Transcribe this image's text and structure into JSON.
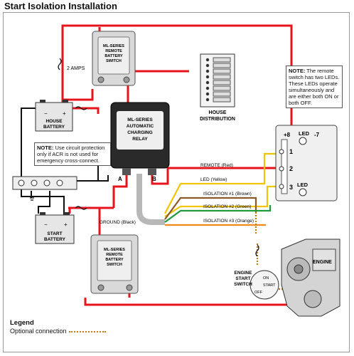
{
  "title": "Start Isolation Installation",
  "relay_switch_top": {
    "line1": "ML-SERIES",
    "line2": "REMOTE",
    "line3": "BATTERY",
    "line4": "SWITCH"
  },
  "relay_switch_bottom": {
    "line1": "ML-SERIES",
    "line2": "REMOTE",
    "line3": "BATTERY",
    "line4": "SWITCH"
  },
  "acr": {
    "line1": "ML-SERIES",
    "line2": "AUTOMATIC",
    "line3": "CHARGING",
    "line4": "RELAY",
    "term_a": "A",
    "term_b": "B"
  },
  "fuse_label": "2 AMPS",
  "house_distribution": {
    "line1": "HOUSE",
    "line2": "DISTRIBUTION"
  },
  "house_battery": {
    "line1": "HOUSE",
    "line2": "BATTERY",
    "neg": "−",
    "pos": "+"
  },
  "start_battery": {
    "line1": "START",
    "line2": "BATTERY",
    "neg": "−",
    "pos": "+"
  },
  "note_leds": {
    "bold": "NOTE:",
    "text": "The remote switch has two LEDs. These LEDs operate simultaneously and are either both ON or both OFF."
  },
  "note_acr": {
    "bold": "NOTE:",
    "text": "Use circuit protection only if ACR is not used for emergency cross-connect."
  },
  "remote_switch": {
    "t_plus8": "+8",
    "t_minus7": "-7",
    "led_top": "LED",
    "led_bottom": "LED",
    "t1": "1",
    "t2": "2",
    "t3": "3"
  },
  "wires": {
    "remote": "REMOTE (Red)",
    "led": "LED (Yellow)",
    "iso1": "ISOLATION #1 (Brown)",
    "iso2": "ISOLATION #2 (Green)",
    "iso3": "ISOLATION #3 (Orange)",
    "ground": "GROUND (Black)"
  },
  "engine": {
    "label": "ENGINE"
  },
  "engine_start_switch": {
    "line1": "ENGINE",
    "line2": "START",
    "line3": "SWITCH",
    "on": "ON",
    "start": "START",
    "off": "OFF"
  },
  "legend": {
    "title": "Legend",
    "item": "Optional connection"
  },
  "colors": {
    "red": "#e8141b",
    "black": "#111111",
    "yellow": "#f2c500",
    "brown": "#8a5a2b",
    "green": "#1e9a3a",
    "orange": "#f08a1c",
    "optional": "#c47a12"
  }
}
